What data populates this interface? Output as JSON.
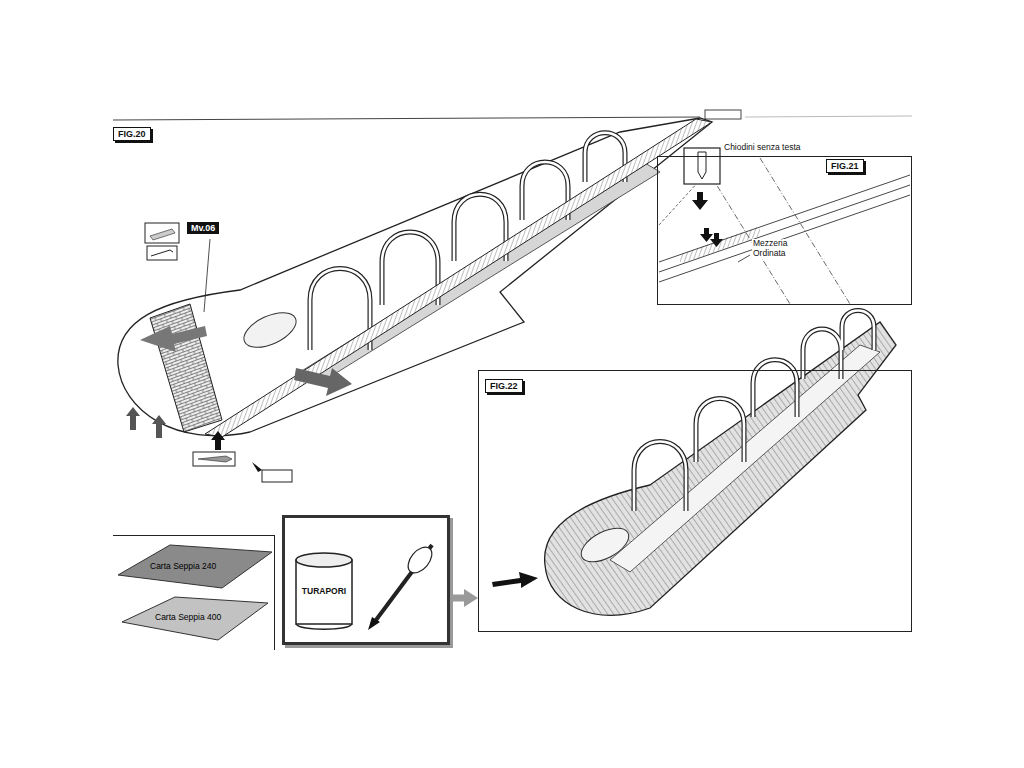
{
  "diagram": {
    "nodes": [
      {
        "text": [
          "FIG.20"
        ]
      },
      {
        "text": [
          "FIG.21",
          "Chiodini senza testa",
          "Mezzeria Ordinata"
        ]
      },
      {
        "text": [
          "FIG.22"
        ]
      },
      {
        "text": [
          "Carta Seppia 240",
          "Carta Seppia 400"
        ]
      },
      {
        "text": [
          "TURAPORI"
        ]
      }
    ],
    "edges": [
      {
        "from": 4,
        "to": 2,
        "arrow": "to"
      }
    ],
    "labels": [
      "Mv.06"
    ]
  }
}
